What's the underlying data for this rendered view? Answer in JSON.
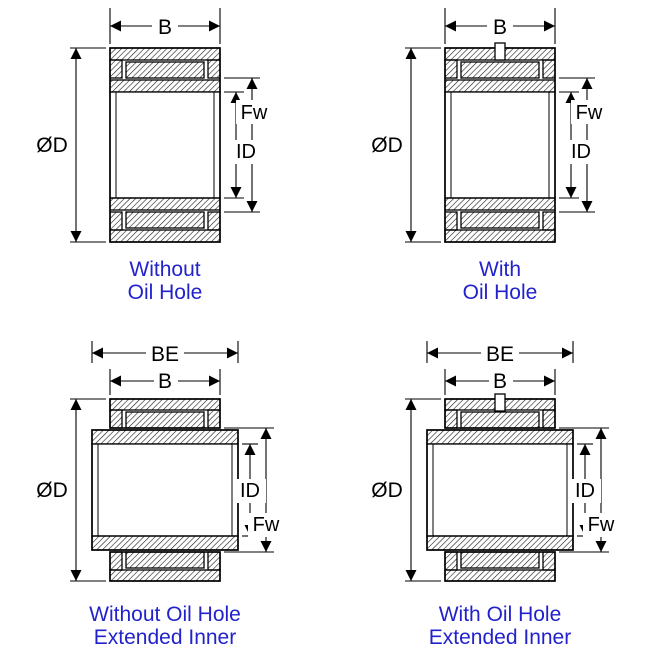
{
  "colors": {
    "caption": "#2222CC",
    "line": "#000000"
  },
  "diagrams": [
    {
      "oil_hole": false,
      "extended_inner": false,
      "caption": [
        "Without",
        "Oil Hole"
      ],
      "labels": {
        "b": "B",
        "od": "ØD",
        "fw": "Fw",
        "id": "ID"
      }
    },
    {
      "oil_hole": true,
      "extended_inner": false,
      "caption": [
        "With",
        "Oil Hole"
      ],
      "labels": {
        "b": "B",
        "od": "ØD",
        "fw": "Fw",
        "id": "ID"
      }
    },
    {
      "oil_hole": false,
      "extended_inner": true,
      "caption": [
        "Without Oil Hole",
        "Extended Inner"
      ],
      "labels": {
        "be": "BE",
        "b": "B",
        "od": "ØD",
        "fw": "Fw",
        "id": "ID"
      }
    },
    {
      "oil_hole": true,
      "extended_inner": true,
      "caption": [
        "With Oil Hole",
        "Extended Inner"
      ],
      "labels": {
        "be": "BE",
        "b": "B",
        "od": "ØD",
        "fw": "Fw",
        "id": "ID"
      }
    }
  ]
}
